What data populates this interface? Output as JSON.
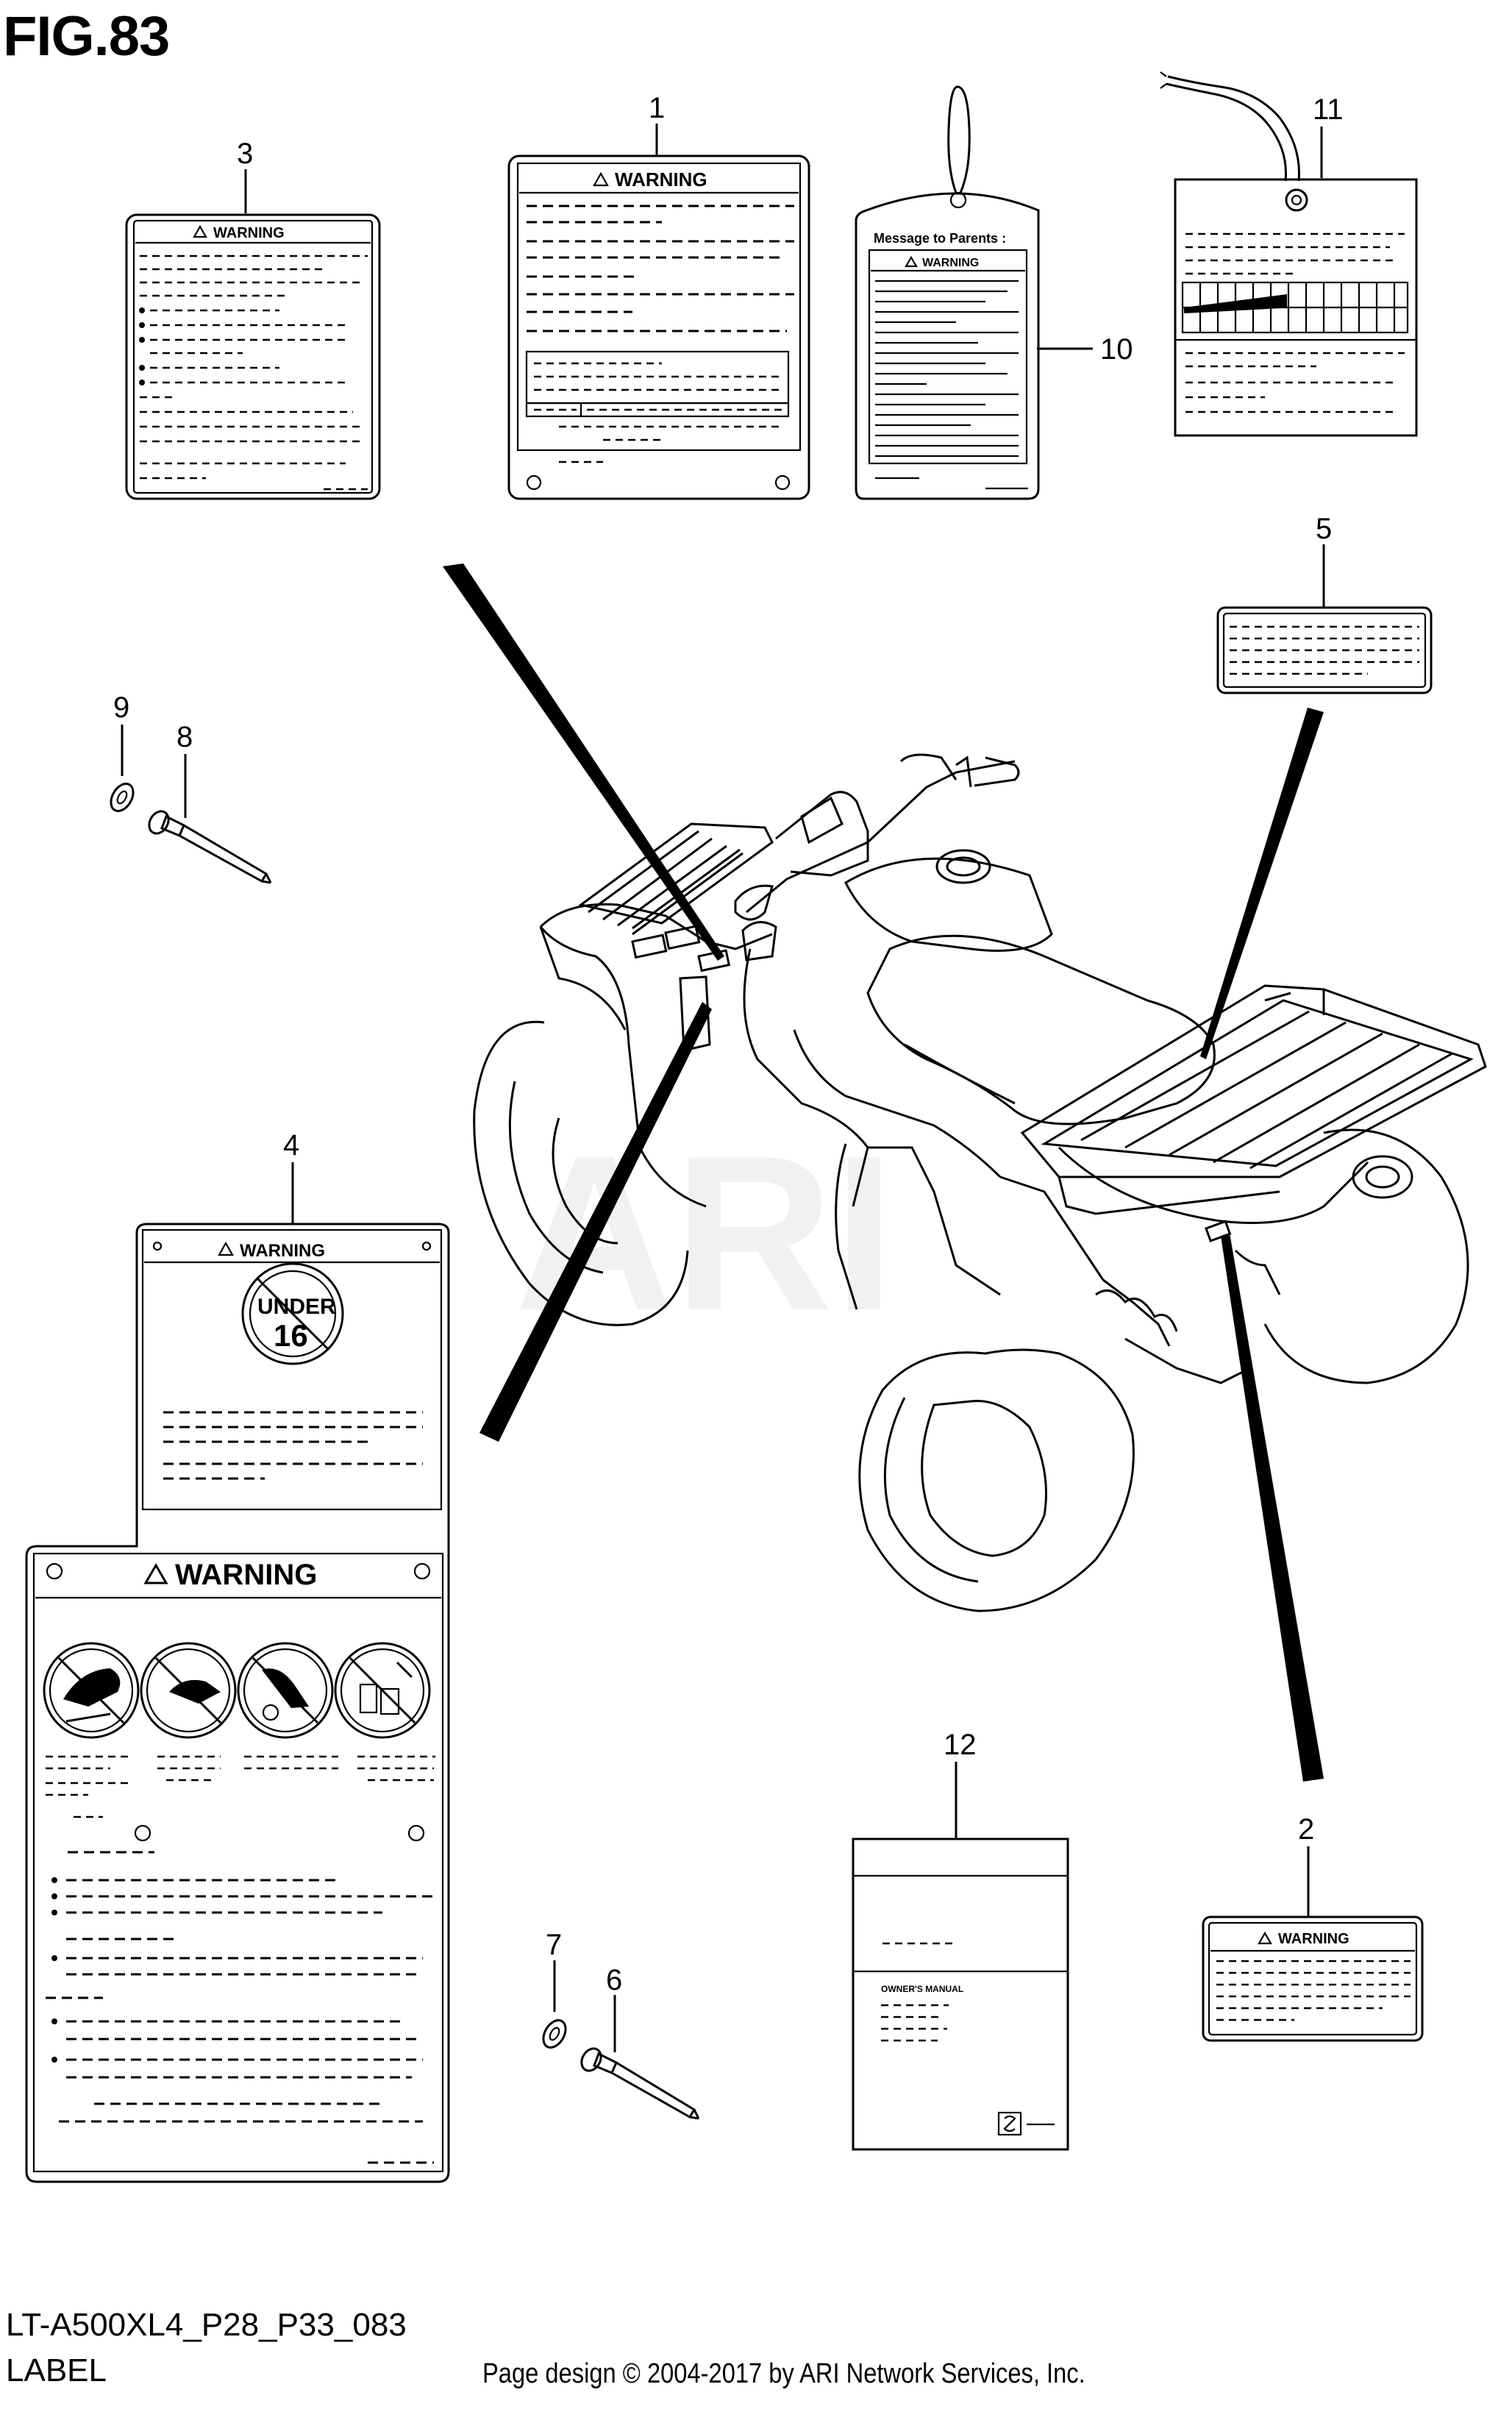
{
  "figure": {
    "title": "FIG.83",
    "model_code": "LT-A500XL4_P28_P33_083",
    "section": "LABEL",
    "copyright": "Page design © 2004-2017 by ARI Network Services, Inc.",
    "watermark": "ARI"
  },
  "callouts": [
    "1",
    "2",
    "3",
    "4",
    "5",
    "6",
    "7",
    "8",
    "9",
    "10",
    "11",
    "12"
  ],
  "labels": {
    "warning": "WARNING",
    "message_to_parents": "Message to Parents :",
    "under": "UNDER",
    "age": "16",
    "owners_manual": "OWNER'S MANUAL"
  },
  "icons": [
    "warning-triangle-icon",
    "under-16-icon",
    "no-passenger-icon",
    "no-pavement-icon",
    "no-drugs-alcohol-icon",
    "no-alcohol-icon",
    "suzuki-logo-icon"
  ]
}
